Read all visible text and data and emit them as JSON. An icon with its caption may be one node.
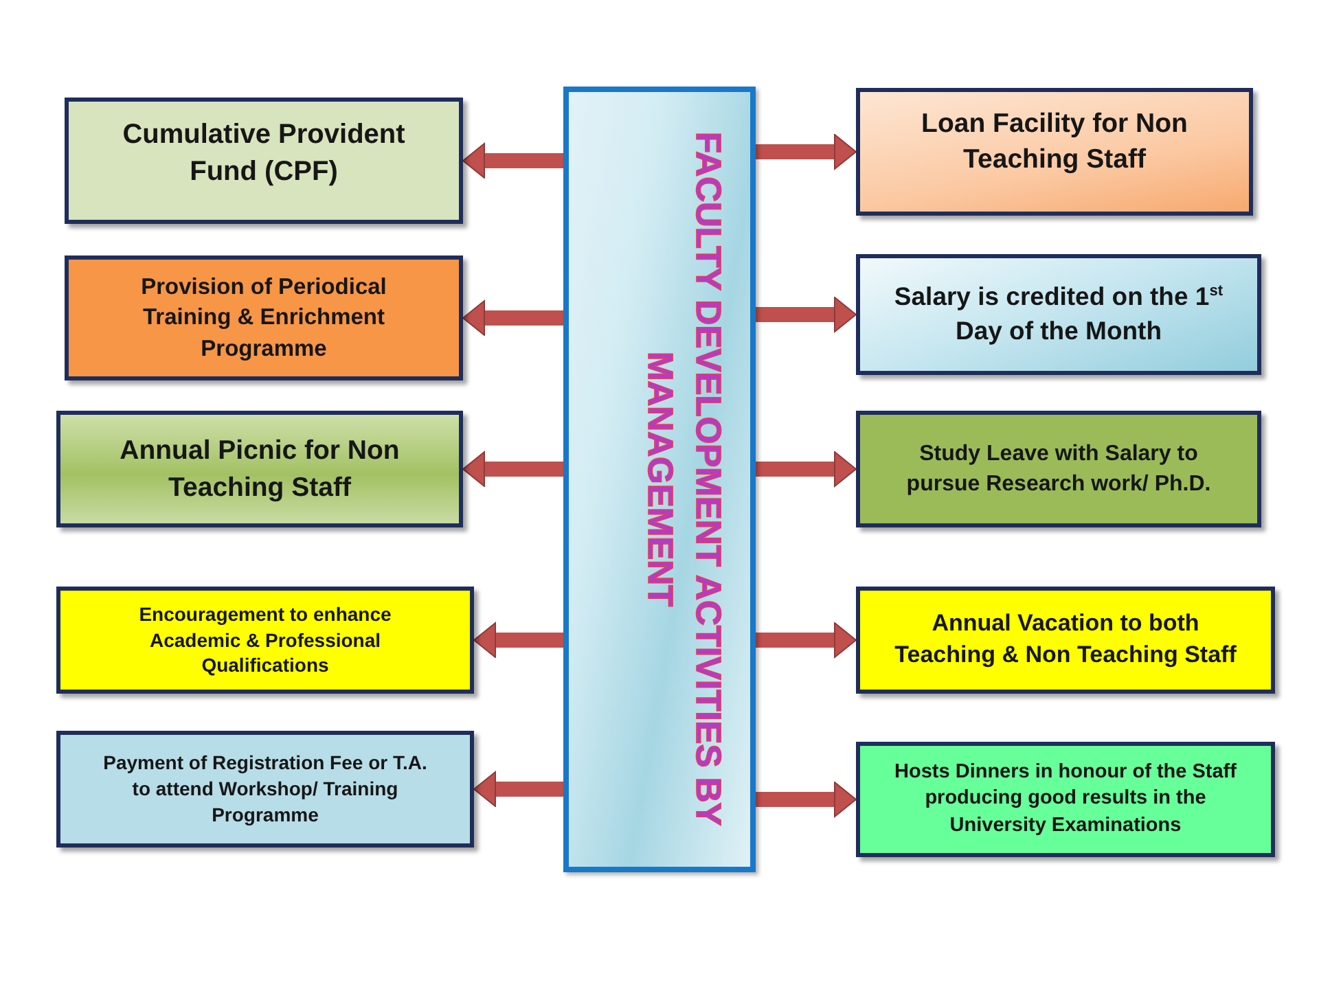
{
  "diagram": {
    "nodes": [
      {
        "text": [
          "FACULTY DEVELOPMENT ACTIVITIES BY MANAGEMENT"
        ]
      },
      {
        "text": [
          "Cumulative Provident Fund (CPF)"
        ]
      },
      {
        "text": [
          "Provision of Periodical Training & Enrichment Programme"
        ]
      },
      {
        "text": [
          "Annual Picnic for Non Teaching Staff"
        ]
      },
      {
        "text": [
          "Encouragement to enhance Academic & Professional Qualifications"
        ]
      },
      {
        "text": [
          "Payment of Registration Fee or T.A. to attend Workshop/ Training Programme"
        ]
      },
      {
        "text": [
          "Loan Facility for Non Teaching Staff"
        ]
      },
      {
        "text": [
          "Salary is credited on the 1$^{st}$ Day of the Month"
        ]
      },
      {
        "text": [
          "Study Leave with Salary to pursue Research work/ Ph.D."
        ]
      },
      {
        "text": [
          "Annual Vacation to both Teaching & Non Teaching Staff"
        ]
      },
      {
        "text": [
          "Hosts Dinners in honour of the Staff producing good results in the University Examinations"
        ]
      }
    ],
    "edges": [
      {
        "from": 0,
        "to": 1,
        "arrow": "to"
      },
      {
        "from": 0,
        "to": 2,
        "arrow": "to"
      },
      {
        "from": 0,
        "to": 3,
        "arrow": "to"
      },
      {
        "from": 0,
        "to": 4,
        "arrow": "to"
      },
      {
        "from": 0,
        "to": 5,
        "arrow": "to"
      },
      {
        "from": 0,
        "to": 6,
        "arrow": "to"
      },
      {
        "from": 0,
        "to": 7,
        "arrow": "to"
      },
      {
        "from": 0,
        "to": 8,
        "arrow": "to"
      },
      {
        "from": 0,
        "to": 9,
        "arrow": "to"
      },
      {
        "from": 0,
        "to": 10,
        "arrow": "to"
      }
    ]
  }
}
